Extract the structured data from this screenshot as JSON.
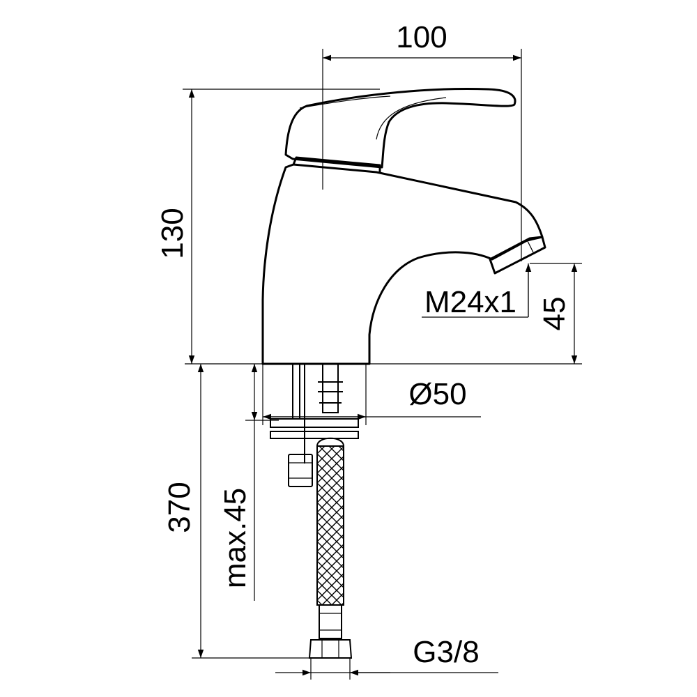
{
  "drawing": {
    "dimensions": {
      "width_top": "100",
      "height_body": "130",
      "spout_height": "45",
      "aerator_thread": "M24x1",
      "base_diameter": "Ø50",
      "overall_below": "370",
      "max_thickness": "max.45",
      "connector_thread": "G3/8"
    },
    "colors": {
      "line": "#000000",
      "background": "#ffffff"
    }
  }
}
